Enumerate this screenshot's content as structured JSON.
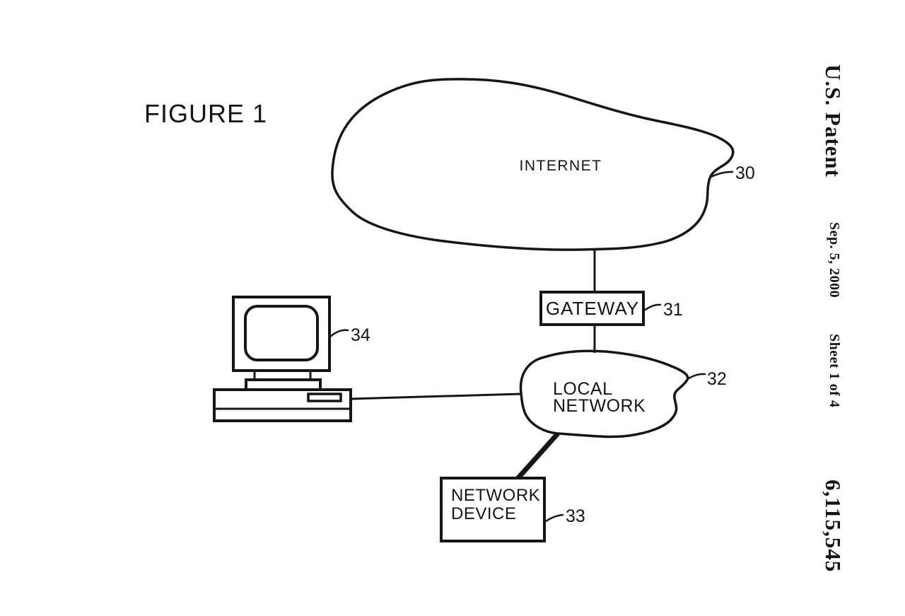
{
  "header": {
    "office": "U.S. Patent",
    "date": "Sep. 5, 2000",
    "sheet": "Sheet 1 of 4",
    "patent_number": "6,115,545"
  },
  "figure": {
    "title": "FIGURE 1",
    "nodes": {
      "internet": {
        "label": "INTERNET",
        "ref": "30"
      },
      "gateway": {
        "label": "GATEWAY",
        "ref": "31"
      },
      "local_network": {
        "label_line1": "LOCAL",
        "label_line2": "NETWORK",
        "ref": "32"
      },
      "network_device": {
        "label_line1": "NETWORK",
        "label_line2": "DEVICE",
        "ref": "33"
      },
      "computer": {
        "ref": "34"
      }
    },
    "connections": [
      "internet-gateway",
      "gateway-local_network",
      "local_network-network_device",
      "computer-local_network"
    ]
  },
  "colors": {
    "ink": "#151515",
    "paper": "#ffffff"
  }
}
